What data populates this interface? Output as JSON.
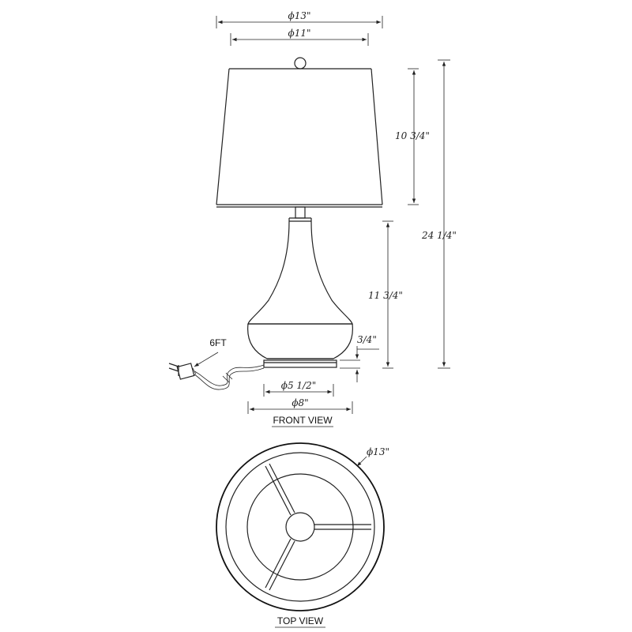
{
  "dimensions": {
    "shade_top_diameter": "ϕ13\"",
    "shade_bottom_diameter": "ϕ11\"",
    "shade_height": "10 3/4\"",
    "total_height": "24 1/4\"",
    "base_body_height": "11 3/4\"",
    "plinth_height": "3/4\"",
    "plinth_diameter": "ϕ5 1/2\"",
    "base_diameter": "ϕ8\"",
    "cord_length": "6FT",
    "top_view_diameter": "ϕ13\""
  },
  "views": {
    "front_label": "FRONT VIEW",
    "top_label": "TOP VIEW"
  }
}
